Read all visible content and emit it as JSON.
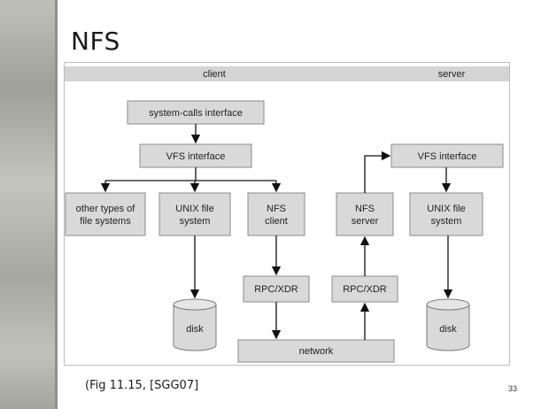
{
  "slide": {
    "title": "NFS",
    "caption": "(Fig 11.15, [SGG07]",
    "page_number": "33"
  },
  "diagram": {
    "headers": {
      "client": "client",
      "server": "server"
    },
    "boxes": {
      "syscall": "system-calls interface",
      "vfs_client": "VFS interface",
      "vfs_server": "VFS interface",
      "other_fs": [
        "other types of",
        "file systems"
      ],
      "unix_fs_client": [
        "UNIX file",
        "system"
      ],
      "nfs_client": [
        "NFS",
        "client"
      ],
      "nfs_server": [
        "NFS",
        "server"
      ],
      "unix_fs_server": [
        "UNIX file",
        "system"
      ],
      "rpc_client": "RPC/XDR",
      "rpc_server": "RPC/XDR",
      "disk_client": "disk",
      "disk_server": "disk",
      "network": "network"
    }
  },
  "colors": {
    "box_fill": "#d9d9d9",
    "box_stroke": "#8a8a8a",
    "header_band": "#d4d4d4",
    "arrow": "#111111"
  }
}
